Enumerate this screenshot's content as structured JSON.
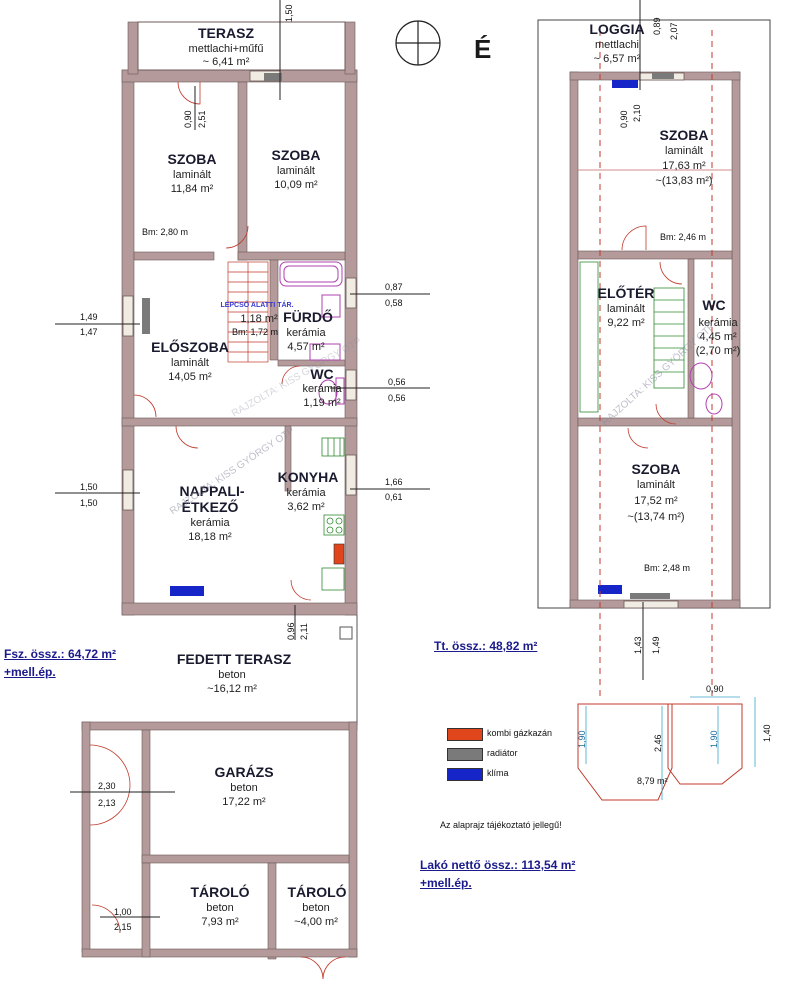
{
  "ground": {
    "terasz": {
      "name": "TERASZ",
      "mat": "mettlachi+műfű",
      "area": "~ 6,41 m²"
    },
    "szoba1": {
      "name": "SZOBA",
      "mat": "laminált",
      "area": "11,84 m²"
    },
    "szoba2": {
      "name": "SZOBA",
      "mat": "laminált",
      "area": "10,09 m²"
    },
    "lepcso": {
      "name": "LÉPCSŐ ALATTI TÁR.",
      "area": "1,18 m²",
      "bm": "Bm: 1,72 m"
    },
    "furdo": {
      "name": "FÜRDŐ",
      "mat": "kerámia",
      "area": "4,57 m²"
    },
    "eloszoba": {
      "name": "ELŐSZOBA",
      "mat": "laminált",
      "area": "14,05 m²"
    },
    "wc": {
      "name": "WC",
      "mat": "kerámia",
      "area": "1,19 m²"
    },
    "nappali": {
      "name1": "NAPPALI-",
      "name2": "ÉTKEZŐ",
      "mat": "kerámia",
      "area": "18,18 m²"
    },
    "konyha": {
      "name": "KONYHA",
      "mat": "kerámia",
      "area": "3,62 m²"
    },
    "bm_szoba": "Bm: 2,80 m",
    "fedett": {
      "name": "FEDETT TERASZ",
      "mat": "beton",
      "area": "~16,12 m²"
    },
    "garazs": {
      "name": "GARÁZS",
      "mat": "beton",
      "area": "17,22 m²"
    },
    "tarolo1": {
      "name": "TÁROLÓ",
      "mat": "beton",
      "area": "7,93 m²"
    },
    "tarolo2": {
      "name": "TÁROLÓ",
      "mat": "beton",
      "area": "~4,00 m²"
    },
    "total1": "Fsz. össz.: 64,72 m²",
    "total2": "+mell.ép."
  },
  "dims": {
    "d150": "1,50",
    "d090a": "0,90",
    "d251": "2,51",
    "d087": "0,87",
    "d058": "0,58",
    "d149": "1,49",
    "d147": "1,47",
    "d056a": "0,56",
    "d056b": "0,56",
    "d166": "1,66",
    "d061": "0,61",
    "d150b": "1,50",
    "d150c": "1,50",
    "d096": "0,96",
    "d211": "2,11",
    "d230": "2,30",
    "d213": "2,13",
    "d100": "1,00",
    "d215": "2,15",
    "t089": "0,89",
    "t207": "2,07",
    "t090": "0,90",
    "t210": "2,10",
    "t143": "1,43",
    "t149": "1,49",
    "a090": "0,90",
    "a140": "1,40",
    "a190a": "1,90",
    "a190b": "1,90",
    "a246": "2,46",
    "a879": "8,79 m²"
  },
  "attic": {
    "loggia": {
      "name": "LOGGIA",
      "mat": "mettlachi",
      "area": "~ 6,57 m²"
    },
    "szoba1": {
      "name": "SZOBA",
      "mat": "laminált",
      "area": "17,63 m²",
      "area2": "~(13,83 m²)"
    },
    "bm1": "Bm: 2,46 m",
    "eloter": {
      "name": "ELŐTÉR",
      "mat": "laminált",
      "area": "9,22 m²"
    },
    "wc": {
      "name": "WC",
      "mat": "kerámia",
      "area": "4,45 m²",
      "area2": "(2,70 m²)"
    },
    "szoba2": {
      "name": "SZOBA",
      "mat": "laminált",
      "area": "17,52 m²",
      "area2": "~(13,74 m²)"
    },
    "bm2": "Bm: 2,48 m",
    "total": "Tt. össz.: 48,82 m²"
  },
  "compass_label": "É",
  "legend": [
    {
      "label": "kombi gázkazán",
      "color": "#e0451b"
    },
    {
      "label": "radiátor",
      "color": "#7a7a7a"
    },
    {
      "label": "klíma",
      "color": "#1525c8"
    }
  ],
  "note": "Az alaprajz tájékoztató jellegű!",
  "grand_total1": "Lakó nettő össz.: 113,54 m²",
  "grand_total2": "+mell.ép.",
  "watermark1": "RAJZOLTA: KISS GYÖRGY OTP",
  "watermark2": "RAJZOLTA: KISS GYÖRGY OTP",
  "watermark3": "RAJZOLTA: KISS GYÖRGY OTP"
}
